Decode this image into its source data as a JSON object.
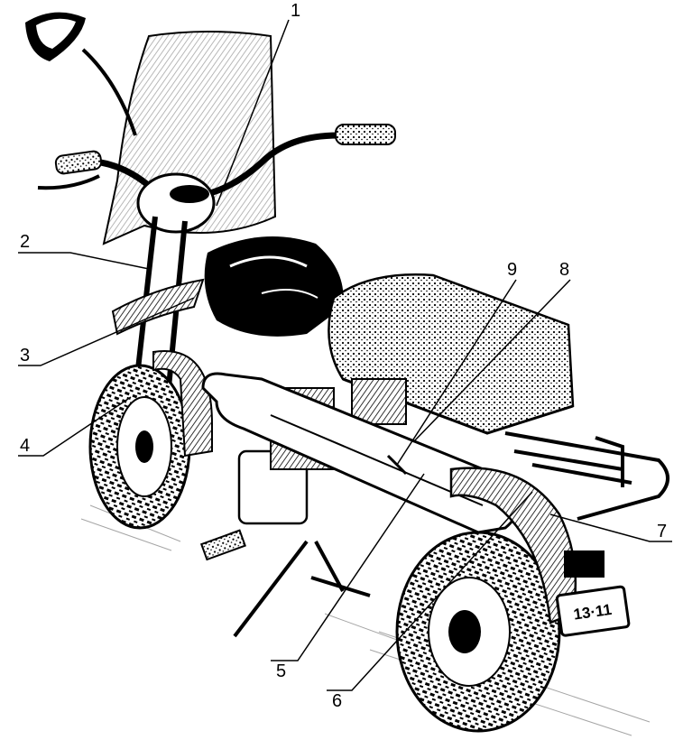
{
  "figure": {
    "callouts": [
      "1",
      "2",
      "3",
      "4",
      "5",
      "6",
      "7",
      "8",
      "9"
    ],
    "license_plate": "13·11",
    "ink_color": "#000000",
    "paper_color": "#ffffff"
  }
}
